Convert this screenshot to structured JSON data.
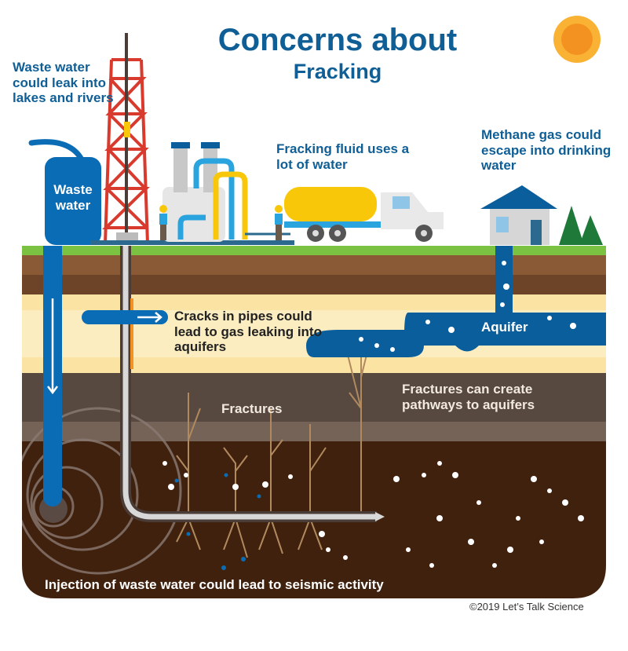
{
  "title": {
    "line1": "Concerns about",
    "line2": "Fracking"
  },
  "labels": {
    "waste_leak": "Waste water could leak into lakes and rivers",
    "waste_tank": "Waste water",
    "fluid": "Fracking fluid uses a lot of water",
    "methane": "Methane gas could escape into drinking water",
    "cracks": "Cracks in pipes could lead to gas leaking into aquifers",
    "aquifer": "Aquifer",
    "fractures": "Fractures",
    "pathways": "Fractures can create pathways to aquifers",
    "seismic": "Injection of waste water could lead to seismic activity"
  },
  "copyright": "©2019 Let’s Talk Science",
  "colors": {
    "title": "#0f5f96",
    "water": "#0a6cb4",
    "grass": "#7cc242",
    "rig": "#d83a2e",
    "truck_tank": "#f8c70a",
    "sun": "#f6a623"
  }
}
